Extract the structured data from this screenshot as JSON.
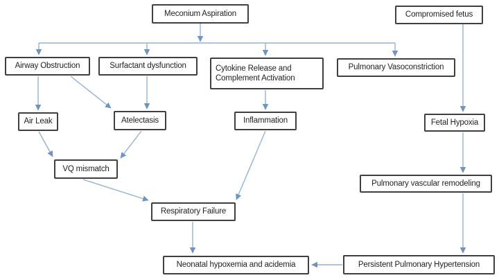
{
  "diagram": {
    "title": "Meconium Aspiration pathophysiology flowchart",
    "colors": {
      "connector": "#92b2d4",
      "connector_head": "#6f94bd",
      "node_border": "#3f3f3f",
      "node_text": "#1f1f1f",
      "background": "#ffffff"
    },
    "nodes": [
      {
        "id": "meconium-aspiration",
        "label": "Meconium Aspiration"
      },
      {
        "id": "compromised-fetus",
        "label": "Compromised fetus"
      },
      {
        "id": "airway-obstruction",
        "label": "Airway Obstruction"
      },
      {
        "id": "surfactant-dysfunction",
        "label": "Surfactant dysfunction"
      },
      {
        "id": "cytokine-release",
        "label": "Cytokine Release and\nComplement Activation"
      },
      {
        "id": "pulmonary-vasoconstriction",
        "label": "Pulmonary Vasoconstriction"
      },
      {
        "id": "air-leak",
        "label": "Air Leak"
      },
      {
        "id": "atelectasis",
        "label": "Atelectasis"
      },
      {
        "id": "inflammation",
        "label": "Inflammation"
      },
      {
        "id": "fetal-hypoxia",
        "label": "Fetal Hypoxia"
      },
      {
        "id": "vq-mismatch",
        "label": "VQ mismatch"
      },
      {
        "id": "pulmonary-vascular-remodeling",
        "label": "Pulmonary vascular remodeling"
      },
      {
        "id": "respiratory-failure",
        "label": "Respiratory Failure"
      },
      {
        "id": "neonatal-hypoxemia",
        "label": "Neonatal hypoxemia and acidemia"
      },
      {
        "id": "persistent-pulmonary-hypertension",
        "label": "Persistent Pulmonary Hypertension"
      }
    ],
    "edges": [
      {
        "from": "meconium-aspiration",
        "to": "airway-obstruction"
      },
      {
        "from": "meconium-aspiration",
        "to": "surfactant-dysfunction"
      },
      {
        "from": "meconium-aspiration",
        "to": "cytokine-release"
      },
      {
        "from": "meconium-aspiration",
        "to": "pulmonary-vasoconstriction"
      },
      {
        "from": "airway-obstruction",
        "to": "air-leak"
      },
      {
        "from": "airway-obstruction",
        "to": "atelectasis"
      },
      {
        "from": "surfactant-dysfunction",
        "to": "atelectasis"
      },
      {
        "from": "cytokine-release",
        "to": "inflammation"
      },
      {
        "from": "compromised-fetus",
        "to": "fetal-hypoxia"
      },
      {
        "from": "fetal-hypoxia",
        "to": "pulmonary-vascular-remodeling"
      },
      {
        "from": "pulmonary-vascular-remodeling",
        "to": "persistent-pulmonary-hypertension"
      },
      {
        "from": "air-leak",
        "to": "vq-mismatch"
      },
      {
        "from": "atelectasis",
        "to": "vq-mismatch"
      },
      {
        "from": "vq-mismatch",
        "to": "respiratory-failure"
      },
      {
        "from": "inflammation",
        "to": "respiratory-failure"
      },
      {
        "from": "respiratory-failure",
        "to": "neonatal-hypoxemia"
      },
      {
        "from": "persistent-pulmonary-hypertension",
        "to": "neonatal-hypoxemia"
      }
    ]
  }
}
